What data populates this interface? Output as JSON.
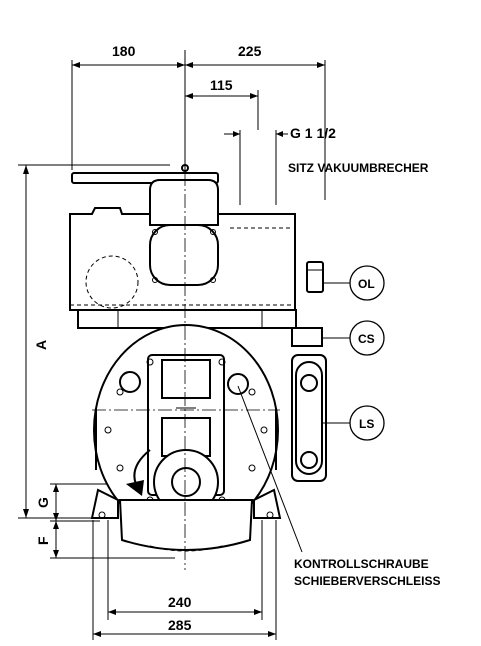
{
  "dimensions": {
    "top_left": "180",
    "top_right": "225",
    "offset": "115",
    "thread": "G 1 1/2",
    "height": "A",
    "g_label": "G",
    "f_label": "F",
    "bottom_inner": "240",
    "bottom_outer": "285"
  },
  "callouts": {
    "seat": "SITZ VAKUUMBRECHER",
    "ol": "OL",
    "cs": "CS",
    "ls": "LS",
    "check_screw_line1": "KONTROLLSCHRAUBE",
    "check_screw_line2": "SCHIEBERVERSCHLEISS"
  }
}
